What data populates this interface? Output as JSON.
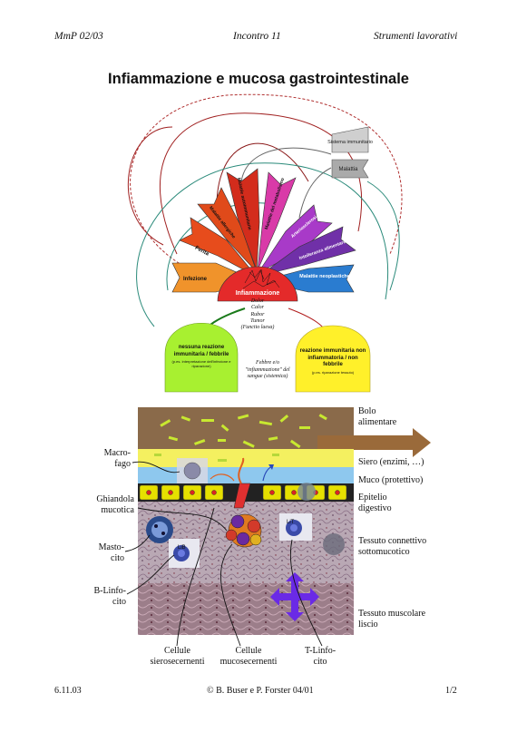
{
  "header": {
    "left": "MmP 02/03",
    "center": "Incontro 11",
    "right": "Strumenti lavorativi"
  },
  "title": "Infiammazione e mucosa gastrointestinale",
  "fan": {
    "center": "Infiammazione",
    "symptoms": [
      "Dolor",
      "Calor",
      "Rubor",
      "Tumor",
      "(Functio laesa)"
    ],
    "petals": [
      "Infezione",
      "Ferita",
      "Malattie allergiche",
      "Malattie autoimmunitarie",
      "Malattie del metabolismo",
      "Arteriosclerosi",
      "Intolleranza alimentare",
      "Malattie neoplastiche"
    ],
    "legend": [
      "Sistema immunitario",
      "Malattia"
    ],
    "green_box": {
      "title": "nessuna reazione immunitaria / febbrile",
      "note": "(p.es. interpretazione dell'infezione e riparazione)"
    },
    "yellow_box": {
      "title": "reazione immunitaria non infiammatoria / non febbrile",
      "note": "(p.es. riparazione tessuto)"
    },
    "fever_note": "Febbre e/o \"infiammazione\" del sangue (sistemica)"
  },
  "mucosa": {
    "right_labels": {
      "bolo": "Bolo alimentare",
      "siero": "Siero (enzimi, …)",
      "muco": "Muco (protettivo)",
      "epitelio": "Epitelio digestivo",
      "connettivo": "Tessuto connettivo sottomucotico",
      "muscolare": "Tessuto muscolare liscio"
    },
    "left_labels": {
      "macrofago": "Macro-fago",
      "ghiandola": "Ghiandola mucotica",
      "mastocito": "Masto-cito",
      "blinfocito": "B-Linfo-cito"
    },
    "bottom_labels": {
      "sierosecernenti": "Cellule sierosecernenti",
      "mucosecernenti": "Cellule mucosecernenti",
      "tlinfocito": "T-Linfo-cito"
    },
    "cell_tags": [
      "LiB",
      "LiT"
    ]
  },
  "footer": {
    "left": "6.11.03",
    "center": "© B. Buser e P. Forster 04/01",
    "right": "1/2"
  }
}
